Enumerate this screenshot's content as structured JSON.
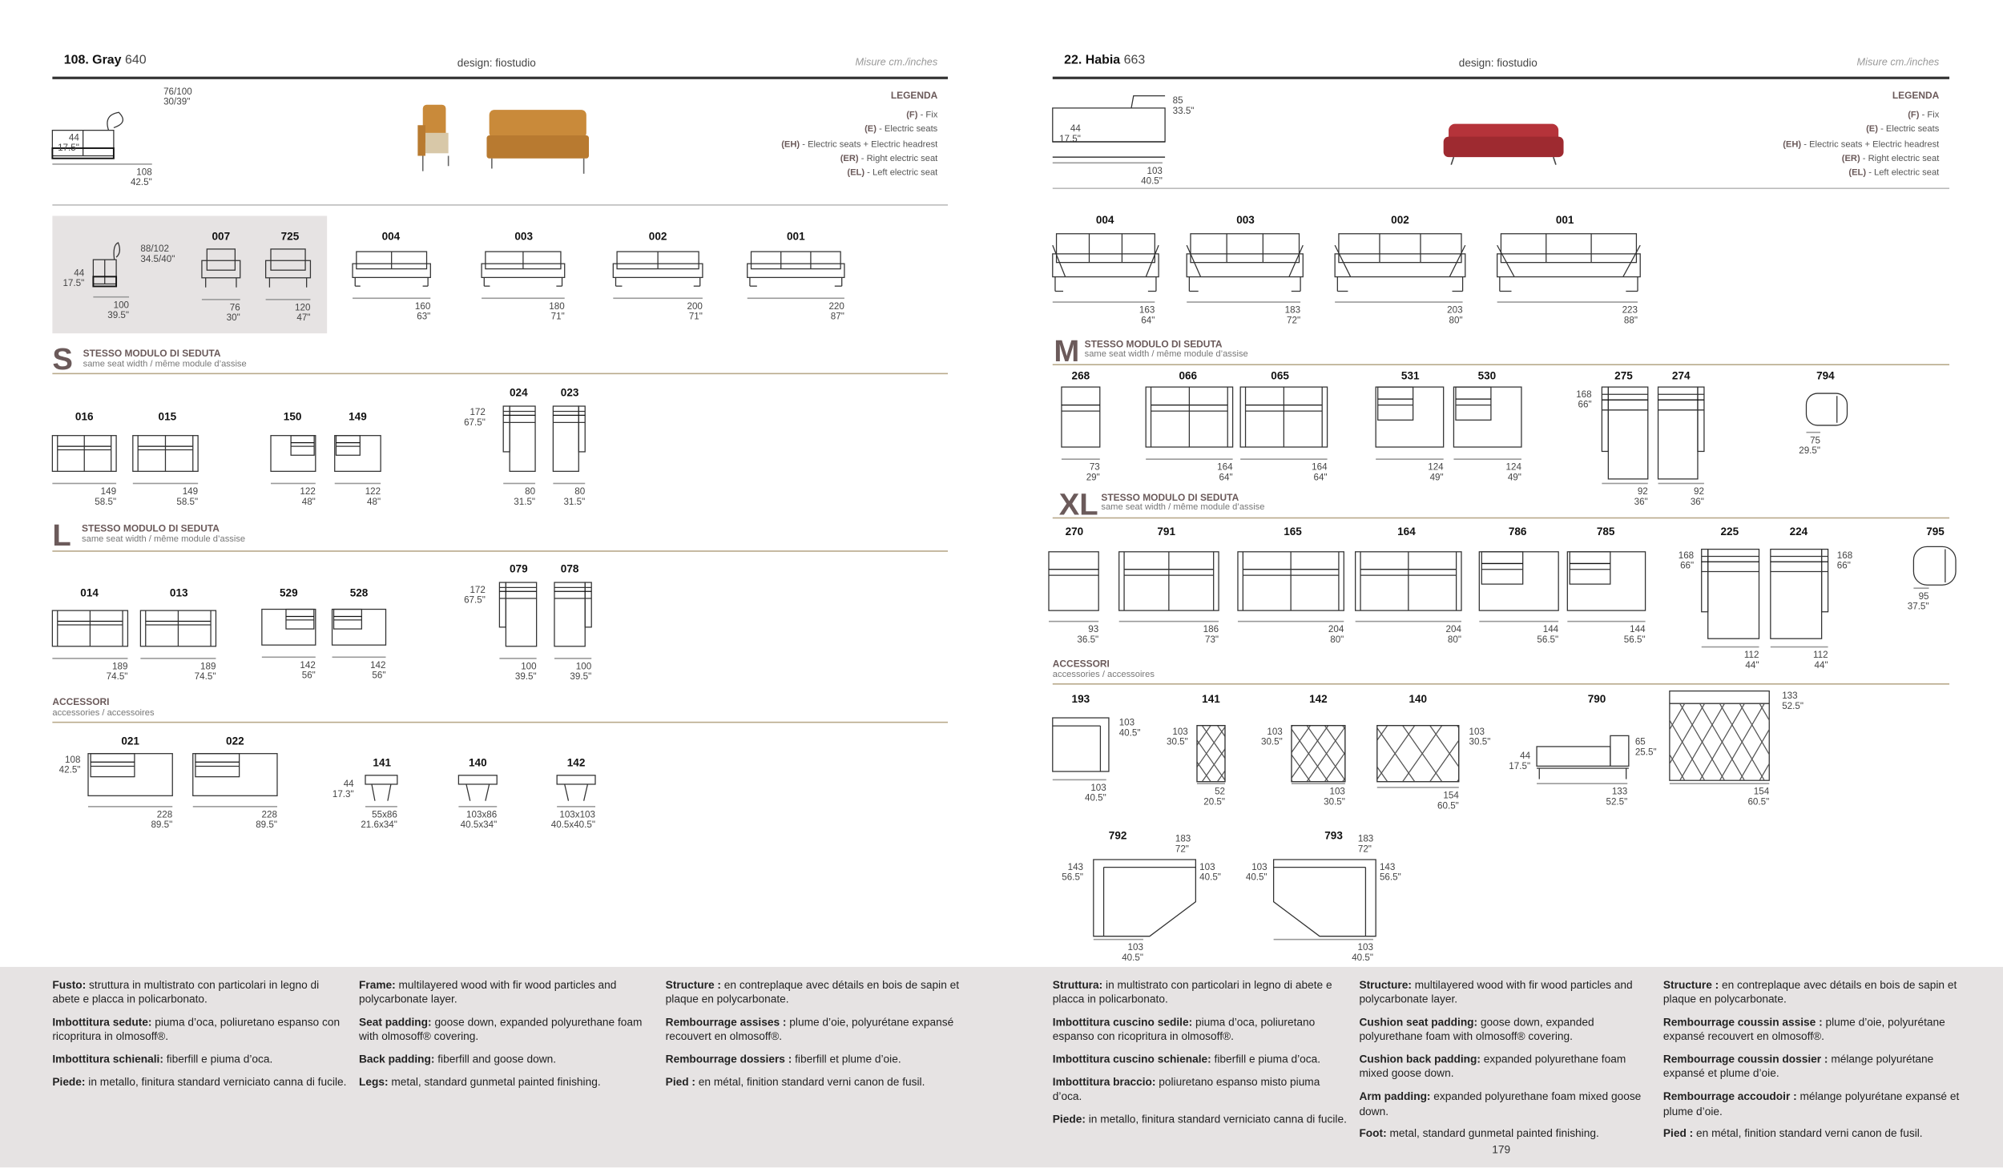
{
  "pages": [
    {
      "header": {
        "title": "108. Gray",
        "number": "640",
        "design": "design: fiostudio",
        "measures": "Misure cm./inches"
      },
      "legend": {
        "title": "LEGENDA",
        "items": [
          {
            "code": "(F)",
            "text": " - Fix"
          },
          {
            "code": "(E)",
            "text": " - Electric seats"
          },
          {
            "code": "(EH)",
            "text": " - Electric seats + Electric headrest"
          },
          {
            "code": "(ER)",
            "text": " - Right electric seat"
          },
          {
            "code": "(EL)",
            "text": " - Left electric seat"
          }
        ]
      },
      "sections": {
        "S": {
          "letter": "S",
          "title": "STESSO MODULO DI SEDUTA",
          "subtitle": "same seat width / même module d’assise"
        },
        "L": {
          "letter": "L",
          "title": "STESSO MODULO DI SEDUTA",
          "subtitle": "same seat width / même module d’assise"
        },
        "A": {
          "title": "ACCESSORI",
          "subtitle": "accessories / accessoires"
        }
      },
      "modules": [
        {
          "code": "",
          "dims": [
            "108",
            "42.5\""
          ],
          "side": [
            "76/100",
            "30/39\""
          ],
          "side2": [
            "44",
            "17.5\""
          ]
        },
        {
          "code": "",
          "dims": [
            "100",
            "39.5\""
          ],
          "side": [
            "88/102",
            "34.5/40\""
          ],
          "side2": [
            "44",
            "17.5\""
          ]
        },
        {
          "code": "007",
          "dims": [
            "76",
            "30\""
          ]
        },
        {
          "code": "725",
          "dims": [
            "120",
            "47\""
          ]
        },
        {
          "code": "004",
          "dims": [
            "160",
            "63\""
          ]
        },
        {
          "code": "003",
          "dims": [
            "180",
            "71\""
          ]
        },
        {
          "code": "002",
          "dims": [
            "200",
            "71\""
          ]
        },
        {
          "code": "001",
          "dims": [
            "220",
            "87\""
          ]
        },
        {
          "code": "016",
          "dims": [
            "149",
            "58.5\""
          ]
        },
        {
          "code": "015",
          "dims": [
            "149",
            "58.5\""
          ]
        },
        {
          "code": "150",
          "dims": [
            "122",
            "48\""
          ]
        },
        {
          "code": "149",
          "dims": [
            "122",
            "48\""
          ]
        },
        {
          "code": "024",
          "dims": [
            "80",
            "31.5\""
          ],
          "side": [
            "172",
            "67.5\""
          ]
        },
        {
          "code": "023",
          "dims": [
            "80",
            "31.5\""
          ]
        },
        {
          "code": "014",
          "dims": [
            "189",
            "74.5\""
          ]
        },
        {
          "code": "013",
          "dims": [
            "189",
            "74.5\""
          ]
        },
        {
          "code": "529",
          "dims": [
            "142",
            "56\""
          ]
        },
        {
          "code": "528",
          "dims": [
            "142",
            "56\""
          ]
        },
        {
          "code": "079",
          "dims": [
            "100",
            "39.5\""
          ],
          "side": [
            "172",
            "67.5\""
          ]
        },
        {
          "code": "078",
          "dims": [
            "100",
            "39.5\""
          ]
        },
        {
          "code": "021",
          "dims": [
            "228",
            "89.5\""
          ],
          "side": [
            "108",
            "42.5\""
          ]
        },
        {
          "code": "022",
          "dims": [
            "228",
            "89.5\""
          ]
        },
        {
          "code": "141",
          "dims": [
            "55x86",
            "21.6x34\""
          ],
          "side": [
            "44",
            "17.3\""
          ]
        },
        {
          "code": "140",
          "dims": [
            "103x86",
            "40.5x34\""
          ]
        },
        {
          "code": "142",
          "dims": [
            "103x103",
            "40.5x40.5\""
          ]
        }
      ],
      "footer": [
        [
          {
            "b": "Fusto:",
            "t": " struttura in multistrato con particolari in legno di abete e placca in policarbonato."
          },
          {
            "b": "Imbottitura sedute:",
            "t": " piuma d’oca, poliuretano espanso con ricopritura in olmosoff®."
          },
          {
            "b": "Imbottitura schienali:",
            "t": " fiberfill e piuma d’oca."
          },
          {
            "b": "Piede:",
            "t": " in metallo, finitura standard verniciato canna di fucile."
          }
        ],
        [
          {
            "b": "Frame:",
            "t": " multilayered wood with fir wood particles and polycarbonate layer."
          },
          {
            "b": "Seat padding:",
            "t": " goose down, expanded polyurethane foam with olmosoff® covering."
          },
          {
            "b": "Back padding:",
            "t": " fiberfill and goose down."
          },
          {
            "b": "Legs:",
            "t": " metal, standard gunmetal painted finishing."
          }
        ],
        [
          {
            "b": "Structure :",
            "t": "  en contreplaque avec détails en bois de sapin et plaque en polycarbonate."
          },
          {
            "b": "Rembourrage assises :",
            "t": " plume d’oie, polyurétane expansé recouvert en olmosoff®."
          },
          {
            "b": "Rembourrage dossiers :",
            "t": " fiberfill et plume d’oie."
          },
          {
            "b": "Pied :",
            "t": " en métal, finition standard verni canon de fusil."
          }
        ]
      ]
    },
    {
      "header": {
        "title": "22. Habia",
        "number": "663",
        "design": "design: fiostudio",
        "measures": "Misure cm./inches"
      },
      "legend": {
        "title": "LEGENDA",
        "items": [
          {
            "code": "(F)",
            "text": " - Fix"
          },
          {
            "code": "(E)",
            "text": " - Electric seats"
          },
          {
            "code": "(EH)",
            "text": " - Electric seats + Electric headrest"
          },
          {
            "code": "(ER)",
            "text": " - Right electric seat"
          },
          {
            "code": "(EL)",
            "text": " - Left electric seat"
          }
        ]
      },
      "sections": {
        "M": {
          "letter": "M",
          "title": "STESSO MODULO DI SEDUTA",
          "subtitle": "same seat width / même module d’assise"
        },
        "XL": {
          "letter": "XL",
          "title": "STESSO MODULO DI SEDUTA",
          "subtitle": "same seat width / même module d’assise"
        },
        "A": {
          "title": "ACCESSORI",
          "subtitle": "accessories / accessoires"
        }
      },
      "modules": [
        {
          "code": "",
          "dims": [
            "103",
            "40.5\""
          ],
          "side": [
            "85",
            "33.5\""
          ],
          "side2": [
            "44",
            "17.5\""
          ]
        },
        {
          "code": "004",
          "dims": [
            "163",
            "64\""
          ]
        },
        {
          "code": "003",
          "dims": [
            "183",
            "72\""
          ]
        },
        {
          "code": "002",
          "dims": [
            "203",
            "80\""
          ]
        },
        {
          "code": "001",
          "dims": [
            "223",
            "88\""
          ]
        },
        {
          "code": "268",
          "dims": [
            "73",
            "29\""
          ]
        },
        {
          "code": "066",
          "dims": [
            "164",
            "64\""
          ]
        },
        {
          "code": "065",
          "dims": [
            "164",
            "64\""
          ]
        },
        {
          "code": "531",
          "dims": [
            "124",
            "49\""
          ]
        },
        {
          "code": "530",
          "dims": [
            "124",
            "49\""
          ]
        },
        {
          "code": "275",
          "dims": [
            "92",
            "36\""
          ],
          "side": [
            "168",
            "66\""
          ]
        },
        {
          "code": "274",
          "dims": [
            "92",
            "36\""
          ]
        },
        {
          "code": "794",
          "dims": [
            "75",
            "29.5\""
          ]
        },
        {
          "code": "270",
          "dims": [
            "93",
            "36.5\""
          ]
        },
        {
          "code": "791",
          "dims": [
            "186",
            "73\""
          ]
        },
        {
          "code": "165",
          "dims": [
            "204",
            "80\""
          ]
        },
        {
          "code": "164",
          "dims": [
            "204",
            "80\""
          ]
        },
        {
          "code": "786",
          "dims": [
            "144",
            "56.5\""
          ]
        },
        {
          "code": "785",
          "dims": [
            "144",
            "56.5\""
          ]
        },
        {
          "code": "225",
          "dims": [
            "112",
            "44\""
          ],
          "side": [
            "168",
            "66\""
          ]
        },
        {
          "code": "224",
          "dims": [
            "112",
            "44\""
          ],
          "side": [
            "168",
            "66\""
          ]
        },
        {
          "code": "795",
          "dims": [
            "95",
            "37.5\""
          ]
        },
        {
          "code": "193",
          "dims": [
            "103",
            "40.5\""
          ],
          "side": [
            "103",
            "40.5\""
          ]
        },
        {
          "code": "141",
          "dims": [
            "52",
            "20.5\""
          ],
          "side": [
            "103",
            "30.5\""
          ]
        },
        {
          "code": "142",
          "dims": [
            "103",
            "30.5\""
          ],
          "side": [
            "103",
            "30.5\""
          ]
        },
        {
          "code": "140",
          "dims": [
            "154",
            "60.5\""
          ],
          "side": [
            "103",
            "30.5\""
          ]
        },
        {
          "code": "790",
          "dims": [
            "133",
            "52.5\""
          ],
          "side": [
            "65",
            "25.5\""
          ],
          "side2": [
            "44",
            "17.5\""
          ]
        },
        {
          "code": "",
          "dims": [
            "154",
            "60.5\""
          ],
          "side": [
            "133",
            "52.5\""
          ]
        },
        {
          "code": "792",
          "dims": [
            "103",
            "40.5\""
          ],
          "top": [
            "183",
            "72\""
          ],
          "side": [
            "103",
            "40.5\""
          ],
          "side2": [
            "143",
            "56.5\""
          ]
        },
        {
          "code": "793",
          "dims": [
            "103",
            "40.5\""
          ],
          "top": [
            "183",
            "72\""
          ],
          "side": [
            "143",
            "56.5\""
          ],
          "side2": [
            "103",
            "40.5\""
          ]
        }
      ],
      "footer": [
        [
          {
            "b": "Struttura:",
            "t": " in multistrato con particolari in legno di abete e placca in policarbonato."
          },
          {
            "b": "Imbottitura cuscino sedile:",
            "t": " piuma d’oca, poliuretano espanso con ricopritura in olmosoff®."
          },
          {
            "b": "Imbottitura cuscino schienale:",
            "t": " fiberfill e piuma d’oca."
          },
          {
            "b": "Imbottitura braccio:",
            "t": " poliuretano espanso misto piuma d’oca."
          },
          {
            "b": "Piede:",
            "t": " in metallo, finitura standard verniciato canna di fucile."
          }
        ],
        [
          {
            "b": "Structure:",
            "t": " multilayered wood with fir wood particles and polycarbonate layer."
          },
          {
            "b": "Cushion seat padding:",
            "t": " goose down, expanded polyurethane foam with olmosoff® covering."
          },
          {
            "b": "Cushion back padding:",
            "t": " expanded polyurethane foam mixed goose down."
          },
          {
            "b": "Arm padding:",
            "t": " expanded polyurethane foam mixed goose down."
          },
          {
            "b": "Foot:",
            "t": " metal, standard gunmetal painted finishing."
          }
        ],
        [
          {
            "b": "Structure :",
            "t": " en contreplaque avec détails en bois de sapin et plaque en polycarbonate."
          },
          {
            "b": "Rembourrage coussin assise :",
            "t": " plume d’oie, polyurétane expansé recouvert en olmosoff®."
          },
          {
            "b": "Rembourrage coussin dossier :",
            "t": " mélange polyurétane expansé et plume d’oie."
          },
          {
            "b": "Rembourrage accoudoir :",
            "t": " mélange polyurétane expansé et plume d’oie."
          },
          {
            "b": "Pied :",
            "t": " en métal, finition standard verni canon de fusil."
          }
        ]
      ],
      "page_number": "179"
    }
  ],
  "colors": {
    "section": "#6b5a5a",
    "footer_bg": "#e6e3e3",
    "gray_leather": "#c98a3a",
    "habia_leather": "#b5333a"
  }
}
